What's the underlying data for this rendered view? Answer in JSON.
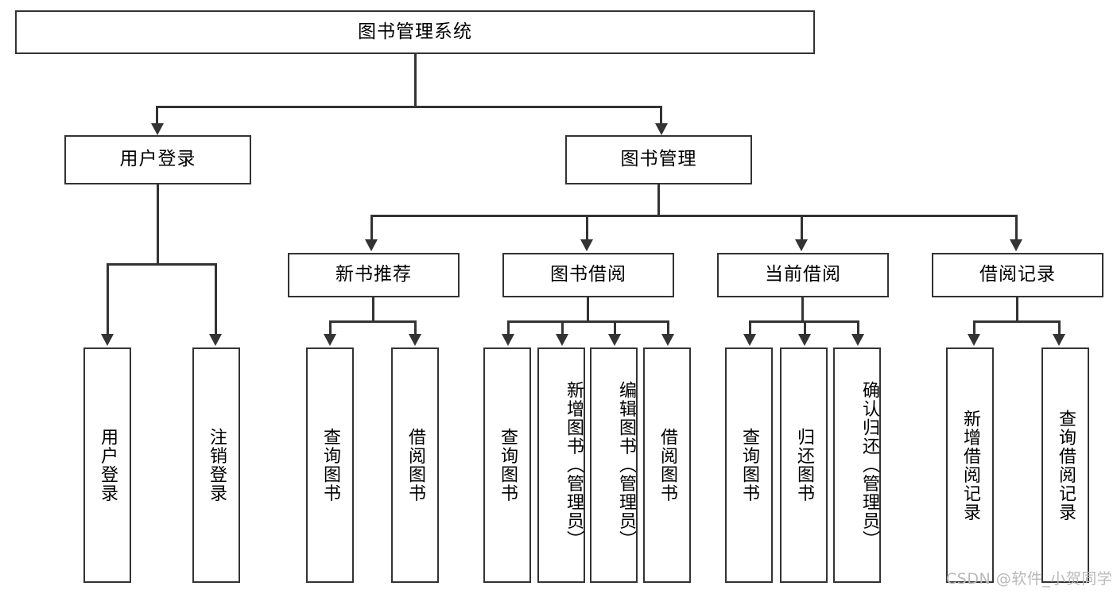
{
  "diagram": {
    "type": "tree-hierarchy",
    "title": "图书管理系统",
    "root": {
      "label": "图书管理系统"
    },
    "level2": [
      {
        "label": "用户登录"
      },
      {
        "label": "图书管理"
      }
    ],
    "level3": [
      {
        "label": "新书推荐"
      },
      {
        "label": "图书借阅"
      },
      {
        "label": "当前借阅"
      },
      {
        "label": "借阅记录"
      }
    ],
    "leaves": {
      "user_login": [
        {
          "label": "用户登录"
        },
        {
          "label": "注销登录"
        }
      ],
      "new_book_recommend": [
        {
          "label": "查询图书"
        },
        {
          "label": "借阅图书"
        }
      ],
      "book_borrow": [
        {
          "label": "查询图书"
        },
        {
          "label": "新增图书（管理员）"
        },
        {
          "label": "编辑图书（管理员）"
        },
        {
          "label": "借阅图书"
        }
      ],
      "current_borrow": [
        {
          "label": "查询图书"
        },
        {
          "label": "归还图书"
        },
        {
          "label": "确认归还（管理员）"
        }
      ],
      "borrow_record": [
        {
          "label": "新增借阅记录"
        },
        {
          "label": "查询借阅记录"
        }
      ]
    }
  },
  "watermark": {
    "text": "CSDN @软件_小贺同学"
  },
  "colors": {
    "border": "#333333",
    "background": "#ffffff",
    "text": "#000000",
    "watermark": "#b9b9b9"
  }
}
